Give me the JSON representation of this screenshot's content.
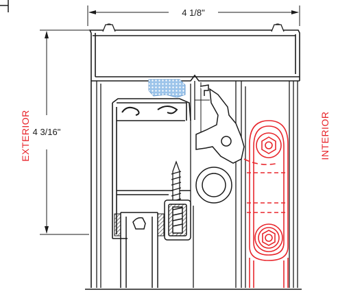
{
  "dimensions": {
    "width_label": "4 1/8\"",
    "height_label": "4 3/16\""
  },
  "sides": {
    "left": "EXTERIOR",
    "right": "INTERIOR"
  },
  "colors": {
    "line": "#1a1a1a",
    "accent_red": "#e8262c",
    "seal_blue": "#9cc4ea",
    "background": "#ffffff"
  }
}
